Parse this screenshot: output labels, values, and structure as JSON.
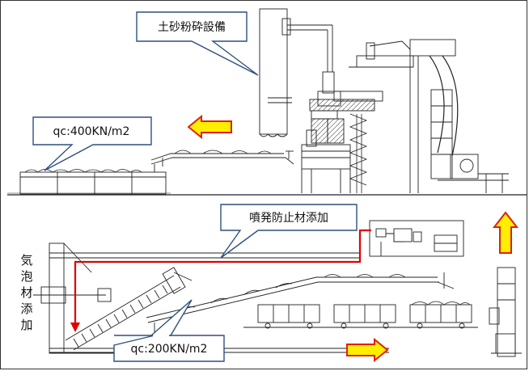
{
  "labels": {
    "crusher": "土砂粉砕設備",
    "qc_top": "qc:400KN/m2",
    "antiburst": "噴発防止材添加",
    "qc_bottom": "qc:200KN/m2",
    "foam_vertical": [
      "気",
      "泡",
      "材",
      "添",
      "加"
    ]
  },
  "colors": {
    "arrow_fill": "#ffee00",
    "arrow_stroke": "#e02010",
    "line_red": "#e00000",
    "callout_stroke": "#2f4f7f",
    "machine": "#222222"
  }
}
